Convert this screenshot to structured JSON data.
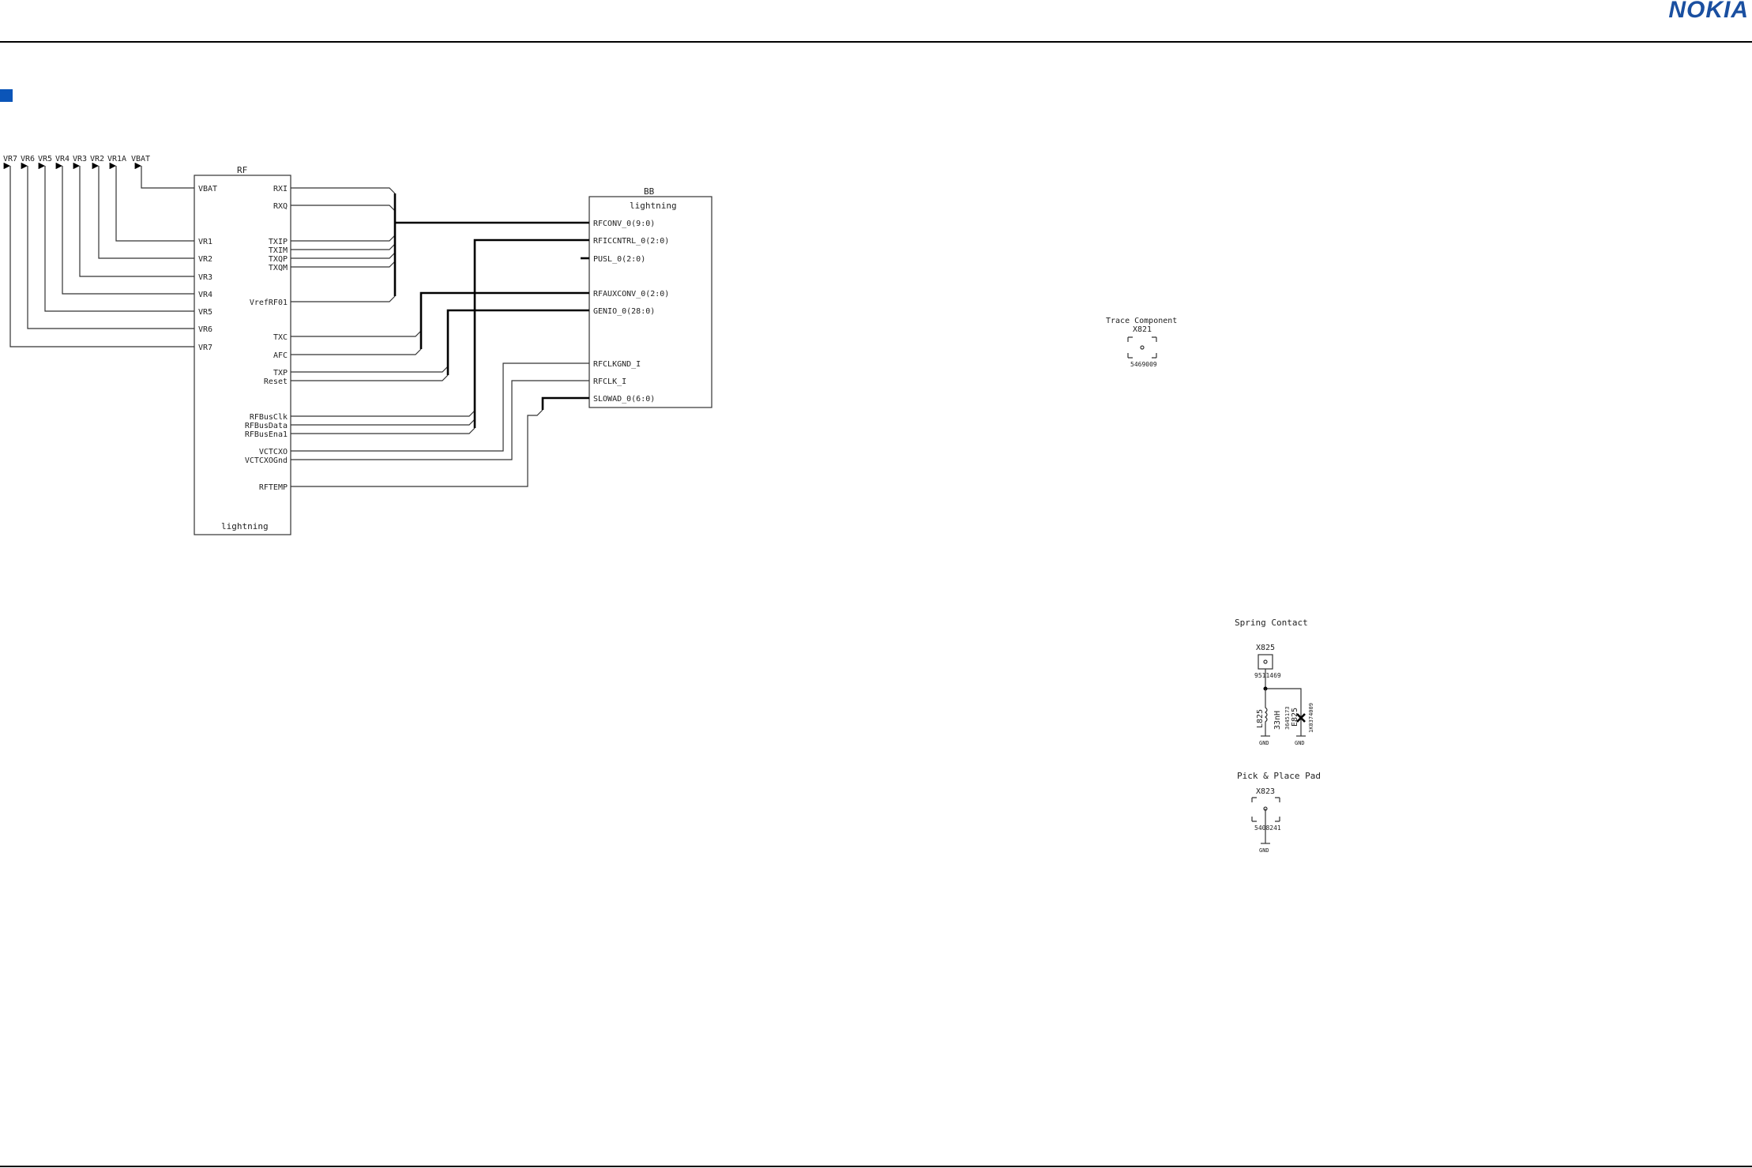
{
  "brand": {
    "logo_text": "NOKIA",
    "accent_color": "#1a4fa0",
    "marker_color": "#0b55b8"
  },
  "power_labels": [
    "VR7",
    "VR6",
    "VR5",
    "VR4",
    "VR3",
    "VR2",
    "VR1A",
    "VBAT"
  ],
  "rf_block": {
    "title": "RF",
    "footer": "lightning",
    "left_pins": [
      "VBAT",
      "VR1",
      "VR2",
      "VR3",
      "VR4",
      "VR5",
      "VR6",
      "VR7"
    ],
    "right_pins": [
      "RXI",
      "RXQ",
      "TXIP",
      "TXIM",
      "TXQP",
      "TXQM",
      "VrefRF01",
      "TXC",
      "AFC",
      "TXP",
      "Reset",
      "RFBusClk",
      "RFBusData",
      "RFBusEna1",
      "VCTCXO",
      "VCTCXOGnd",
      "RFTEMP"
    ]
  },
  "bb_block": {
    "title": "BB",
    "subtitle": "lightning",
    "pins": [
      "RFCONV_0(9:0)",
      "RFICCNTRL_0(2:0)",
      "PUSL_0(2:0)",
      "RFAUXCONV_0(2:0)",
      "GENIO_0(28:0)",
      "RFCLKGND_I",
      "RFCLK_I",
      "SLOWAD_0(6:0)"
    ]
  },
  "trace_component": {
    "title": "Trace Component",
    "ref": "X821",
    "part": "5469009"
  },
  "spring_contact": {
    "title": "Spring Contact",
    "ref": "X825",
    "part": "9511469",
    "inductor_ref": "L825",
    "inductor_value": "33nH",
    "inductor_part": "3645173",
    "esd_ref": "E825",
    "esd_part": "1K0374009",
    "gnd1": "GND",
    "gnd2": "GND"
  },
  "pick_place": {
    "title": "Pick & Place Pad",
    "ref": "X823",
    "part": "5408241",
    "gnd": "GND"
  }
}
